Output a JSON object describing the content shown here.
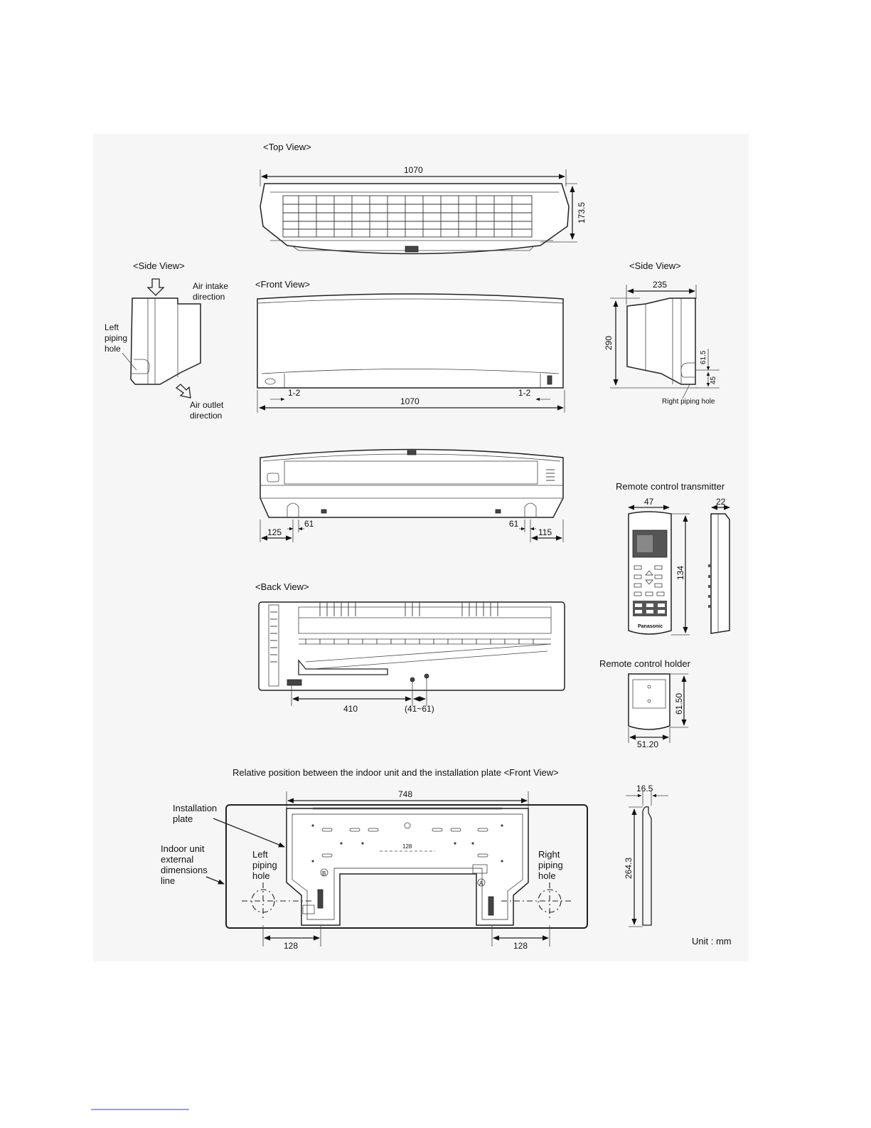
{
  "views": {
    "top": {
      "title": "<Top View>",
      "width": "1070",
      "depth": "173.5"
    },
    "side_left": {
      "title": "<Side View>",
      "air_intake": [
        "Air intake",
        "direction"
      ],
      "left_piping": [
        "Left",
        "piping",
        "hole"
      ],
      "air_outlet": [
        "Air outlet",
        "direction"
      ]
    },
    "front": {
      "title": "<Front View>",
      "clearance_left": "1-2",
      "clearance_right": "1-2",
      "width": "1070"
    },
    "side_right": {
      "title": "<Side View>",
      "depth": "235",
      "height": "290",
      "dim_a": "61.5",
      "dim_b": "45",
      "right_piping": "Right piping hole"
    },
    "bottom": {
      "left_offset": "125",
      "left_hole": "61",
      "right_hole": "61",
      "right_offset": "115"
    },
    "back": {
      "title": "<Back View>",
      "dim_410": "410",
      "dim_range": "(41~61)"
    },
    "remote": {
      "title": "Remote control transmitter",
      "width": "47",
      "thickness": "22",
      "height": "134",
      "brand": "Panasonic"
    },
    "holder": {
      "title": "Remote control holder",
      "height": "61.50",
      "width": "51.20"
    },
    "installation": {
      "title": "Relative position between the indoor unit and the installation plate <Front View>",
      "width": "748",
      "inner": "128",
      "plate_label": [
        "Installation",
        "plate"
      ],
      "unit_label": [
        "Indoor unit",
        "external",
        "dimensions",
        "line"
      ],
      "left_piping": [
        "Left",
        "piping",
        "hole"
      ],
      "right_piping": [
        "Right",
        "piping",
        "hole"
      ],
      "left_dim": "128",
      "right_dim": "128",
      "plate_depth": "16.5",
      "plate_height": "264.3",
      "marker_a": "A",
      "marker_b": "B"
    },
    "unit_note": "Unit : mm"
  }
}
